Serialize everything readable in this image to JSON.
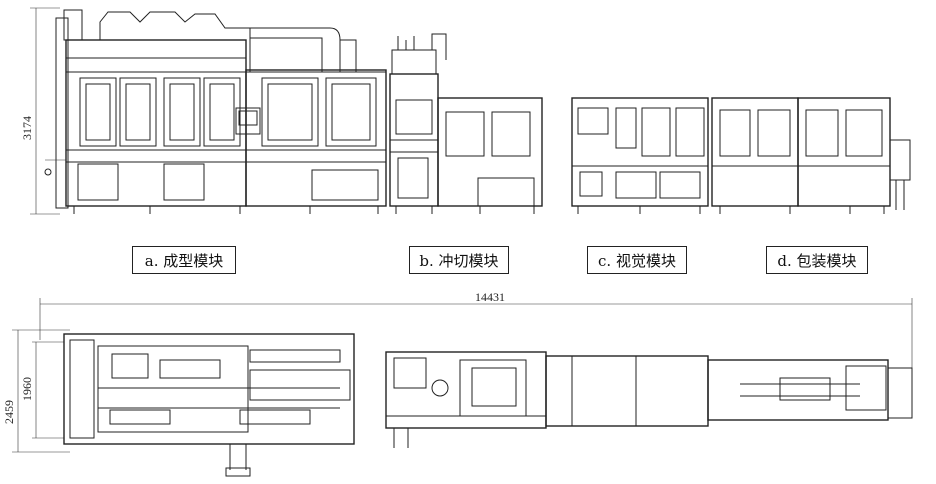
{
  "modules": [
    {
      "label": "a. 成型模块"
    },
    {
      "label": "b. 冲切模块"
    },
    {
      "label": "c. 视觉模块"
    },
    {
      "label": "d. 包装模块"
    }
  ],
  "dimensions": {
    "height_front": "3174",
    "total_length": "14431",
    "width_outer": "2459",
    "width_inner": "1960"
  }
}
